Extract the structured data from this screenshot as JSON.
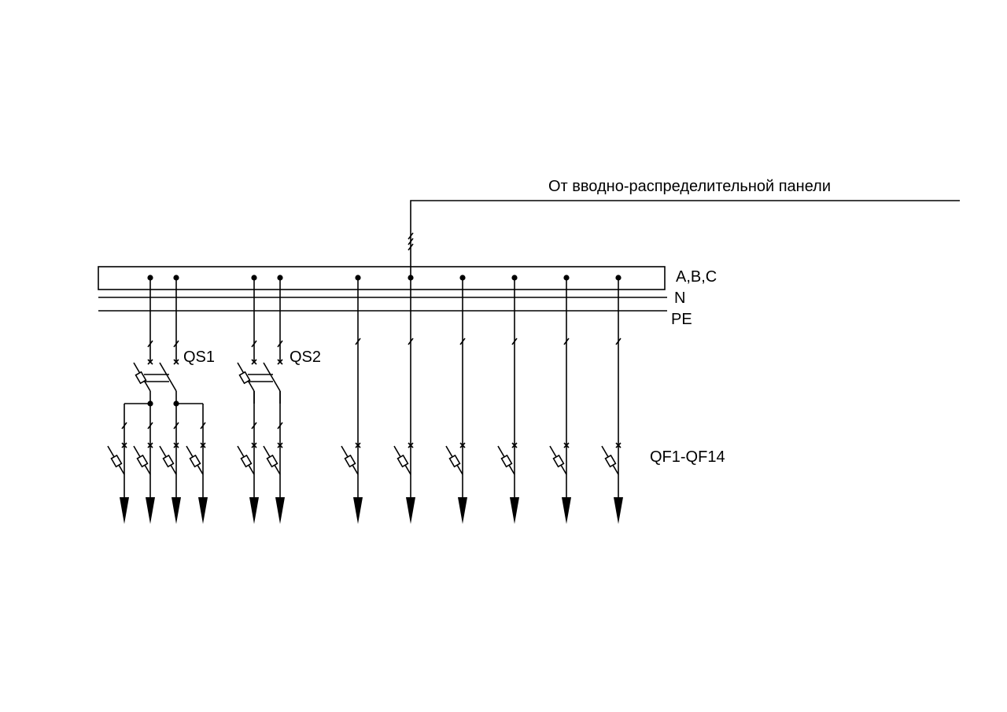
{
  "source_label": "От вводно-распределительной панели",
  "buses": {
    "phase": "A,B,C",
    "neutral": "N",
    "protective": "PE"
  },
  "switches": {
    "qs1": "QS1",
    "qs2": "QS2"
  },
  "breakers_label": "QF1-QF14",
  "ink_color": "#000000",
  "background_color": "#ffffff"
}
